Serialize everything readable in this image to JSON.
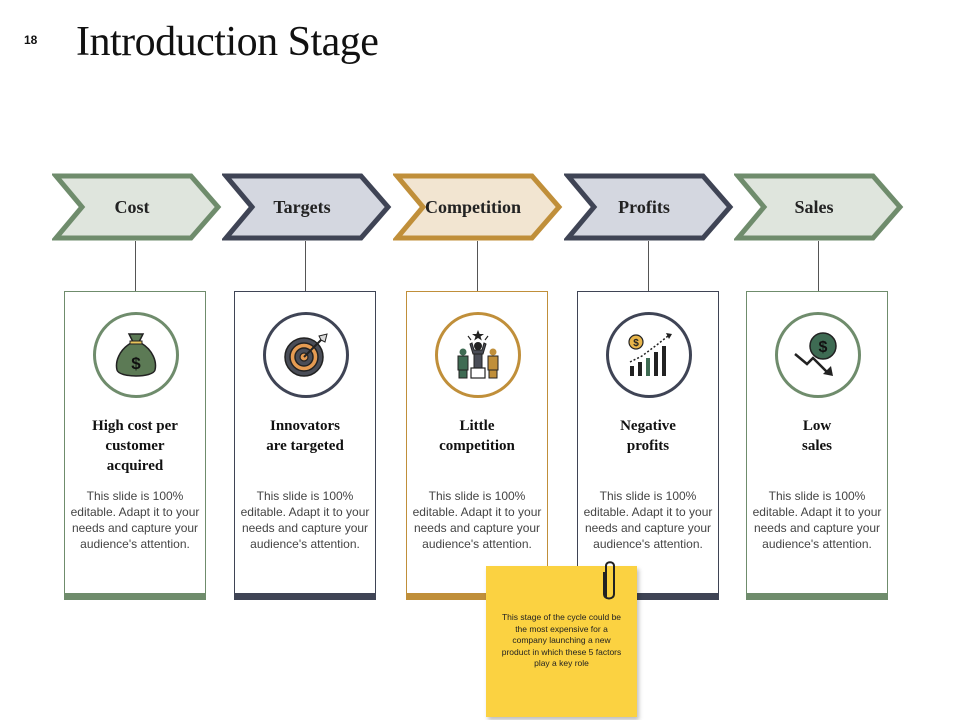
{
  "slide_number": "18",
  "title": "Introduction Stage",
  "colors": {
    "green": "#6f8c6c",
    "green_fill": "#dfe5dd",
    "navy": "#3f4455",
    "navy_fill": "#d4d7e0",
    "gold": "#c08f3a",
    "gold_fill": "#f2e5d1"
  },
  "stages": [
    {
      "label": "Cost",
      "icon": "money-bag-icon",
      "heading": [
        "High cost per",
        "customer",
        "acquired"
      ],
      "body": "This slide is 100% editable. Adapt it to your needs and capture your audience's attention."
    },
    {
      "label": "Targets",
      "icon": "target-icon",
      "heading": [
        "Innovators",
        "are targeted"
      ],
      "body": "This slide is 100% editable. Adapt it to your needs and capture your audience's attention."
    },
    {
      "label": "Competition",
      "icon": "competitors-icon",
      "heading": [
        "Little",
        "competition"
      ],
      "body": "This slide is 100% editable. Adapt it to your needs and capture your audience's attention."
    },
    {
      "label": "Profits",
      "icon": "profit-chart-icon",
      "heading": [
        "Negative",
        "profits"
      ],
      "body": "This slide is 100% editable. Adapt it to your needs and capture your audience's attention."
    },
    {
      "label": "Sales",
      "icon": "sales-decline-icon",
      "heading": [
        "Low",
        "sales"
      ],
      "body": "This slide is 100% editable. Adapt it to your needs and capture your audience's attention."
    }
  ],
  "sticky_note": "This stage of the cycle could be the most expensive for a company launching a new product in which these 5 factors play a key role"
}
